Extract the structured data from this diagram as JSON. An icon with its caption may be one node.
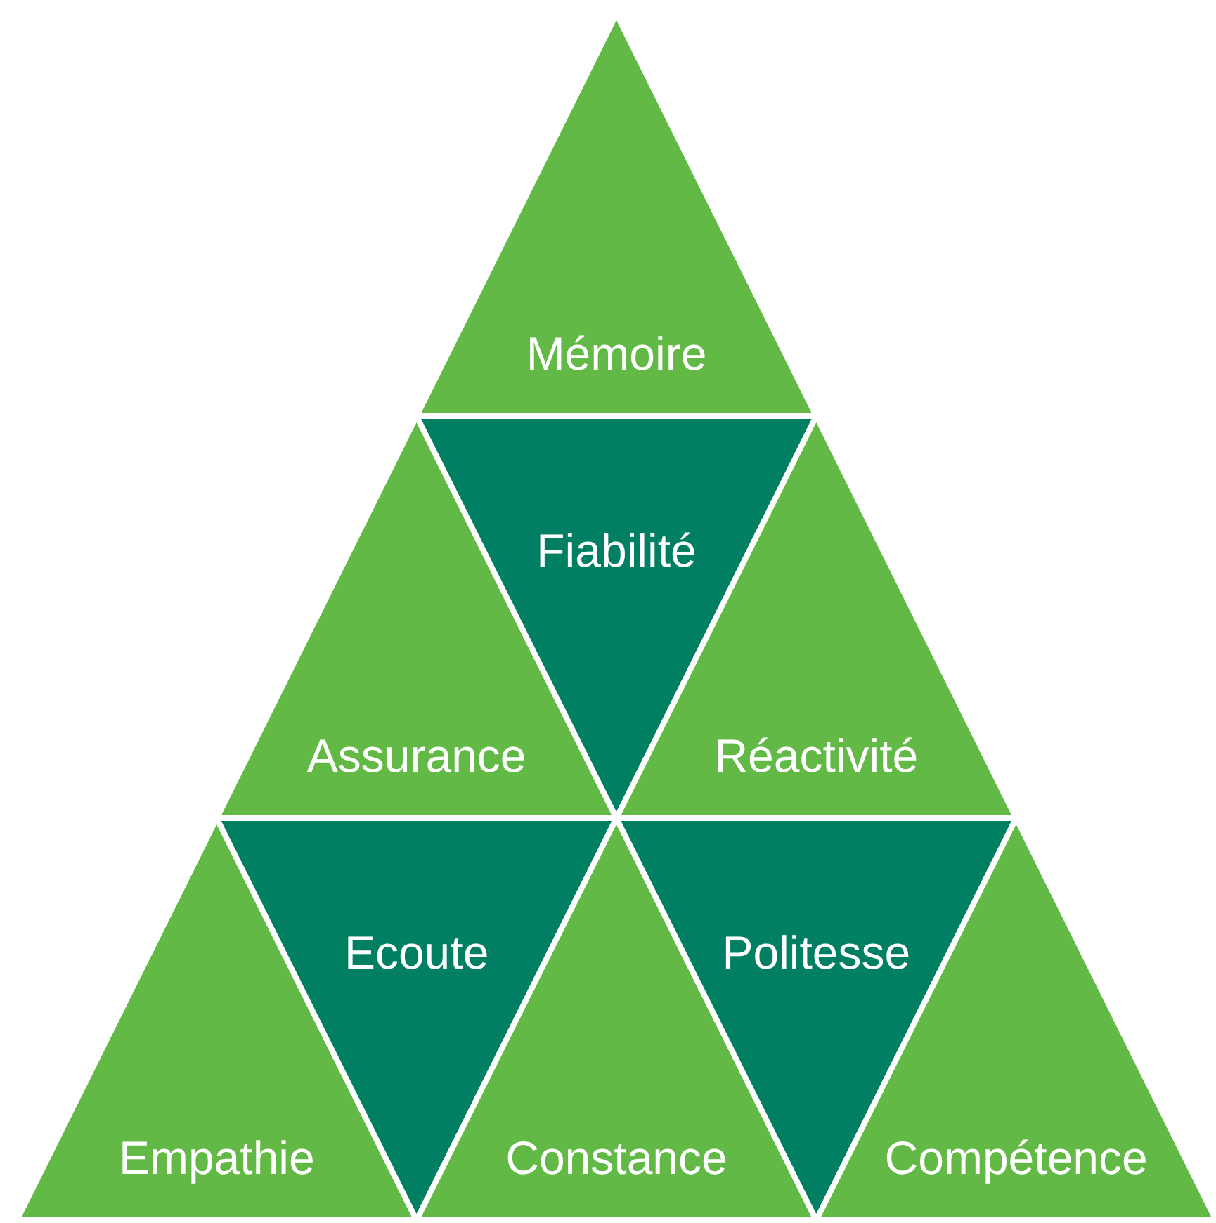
{
  "diagram": {
    "nodes": [
      {
        "text": [
          "Mémoire"
        ]
      },
      {
        "text": [
          "Assurance"
        ]
      },
      {
        "text": [
          "Fiabilité"
        ]
      },
      {
        "text": [
          "Réactivité"
        ]
      },
      {
        "text": [
          "Empathie"
        ]
      },
      {
        "text": [
          "Ecoute"
        ]
      },
      {
        "text": [
          "Constance"
        ]
      },
      {
        "text": [
          "Politesse"
        ]
      },
      {
        "text": [
          "Compétence"
        ]
      }
    ]
  }
}
